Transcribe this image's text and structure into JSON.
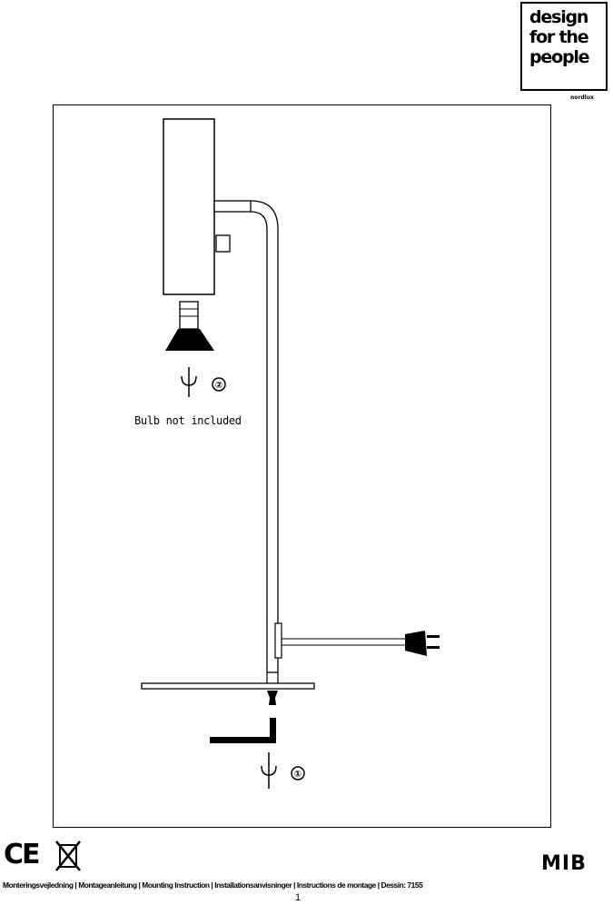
{
  "logo": {
    "line1": "design",
    "line2": "for the",
    "line3": "people",
    "sub": "nordlux"
  },
  "drawing": {
    "bulb_note": "Bulb not included",
    "step_top": "②",
    "step_bottom": "①"
  },
  "footer": {
    "ce_mark": "CE",
    "model": "MIB",
    "instructions": "Monteringsvejledning | Montageanleitung | Mounting Instruction | Installationsanvisninger | Instructions de montage | Dessin: 7155",
    "page": "1"
  }
}
